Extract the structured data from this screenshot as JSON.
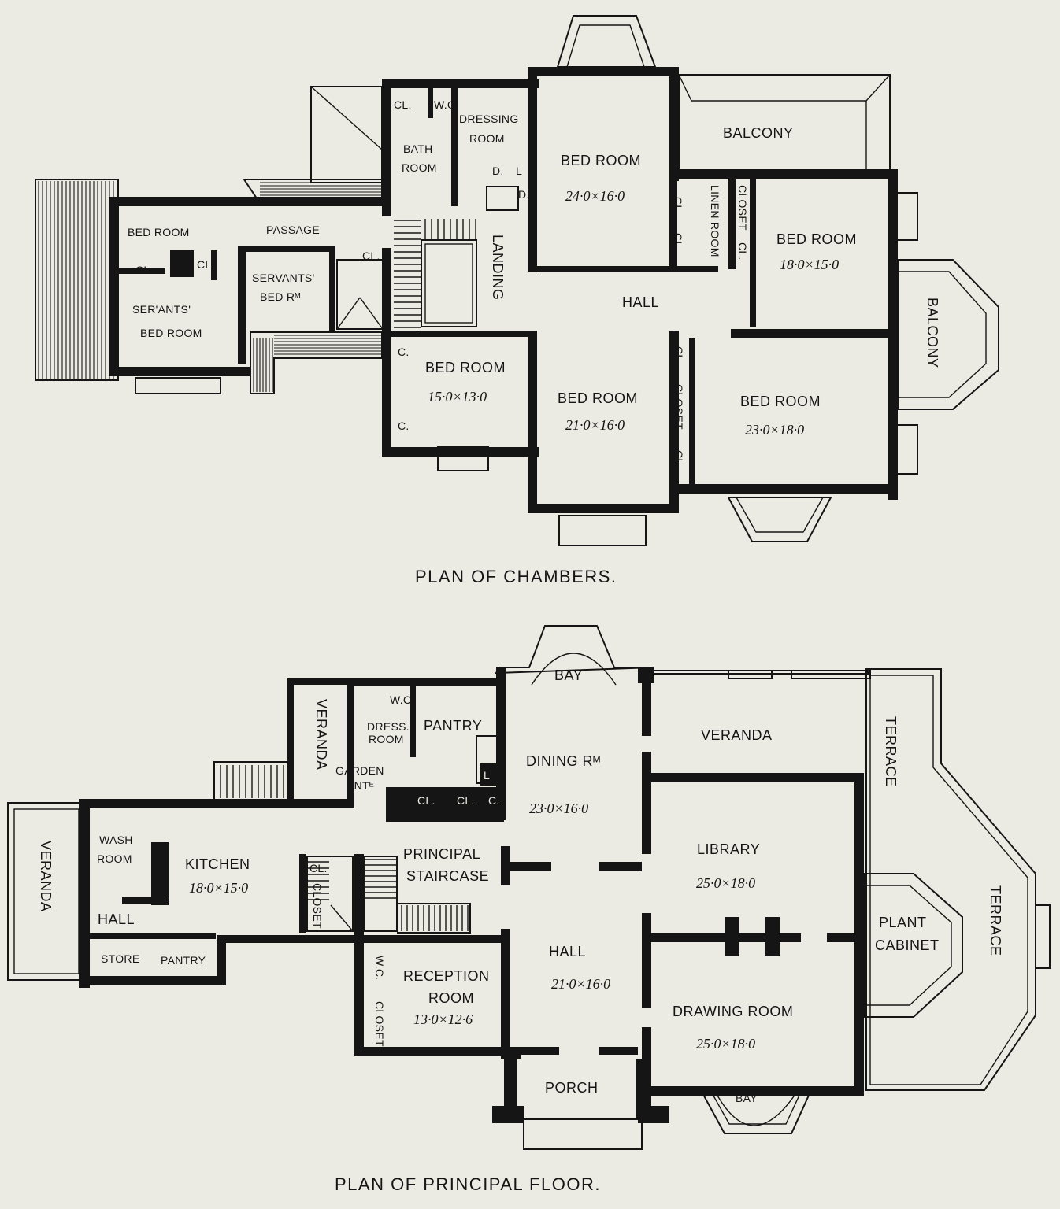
{
  "chambers": {
    "caption": "PLAN OF CHAMBERS.",
    "rooms": {
      "closet_a": "CL.",
      "wc": "W.C.",
      "dressing_1": "DRESSING",
      "dressing_2": "ROOM",
      "bath_1": "BATH",
      "bath_2": "ROOM",
      "d1": "D.",
      "l1": "L",
      "d2": "D.",
      "master_bed": "BED ROOM",
      "master_dim": "24·0×16·0",
      "balcony_top": "BALCONY",
      "cl_b": "CL.",
      "cl_c": "CL.",
      "linen": "LINEN ROOM",
      "closet_v": "CLOSET",
      "cl_d": "CL.",
      "east_bed": "BED ROOM",
      "east_dim": "18·0×15·0",
      "balcony_right": "BALCONY",
      "landing": "LANDING",
      "hall": "HALL",
      "west_bed": "BED ROOM",
      "passage": "PASSAGE",
      "cl_e": "CL.",
      "cl_f": "CL.",
      "cl_g": "CL.",
      "servants_1": "SERVANTS'",
      "servants_2": "BED Rᴹ",
      "servants_bed_1": "SER'ANTS'",
      "servants_bed_2": "BED ROOM",
      "c1": "C.",
      "c2": "C.",
      "bed_15": "BED ROOM",
      "bed_15_dim": "15·0×13·0",
      "bed_21": "BED ROOM",
      "bed_21_dim": "21·0×16·0",
      "cl_h": "CL.",
      "closet_h": "CLOSET",
      "cl_i": "CL.",
      "bed_23": "BED ROOM",
      "bed_23_dim": "23·0×18·0"
    }
  },
  "principal": {
    "caption": "PLAN OF PRINCIPAL FLOOR.",
    "rooms": {
      "bay_top": "BAY",
      "wc": "W.C.",
      "dress_1": "DRESS.",
      "dress_2": "ROOM",
      "pantry": "PANTRY",
      "veranda_v": "VERANDA",
      "garden_1": "GARDEN",
      "garden_2": "ENTᴱ",
      "cl1": "CL.",
      "cl2": "CL.",
      "c": "C.",
      "l": "L",
      "dining": "DINING Rᴹ",
      "dining_dim": "23·0×16·0",
      "veranda_top": "VERANDA",
      "terrace_1": "TERRACE",
      "terrace_2": "TERRACE",
      "library": "LIBRARY",
      "library_dim": "25·0×18·0",
      "plant_1": "PLANT",
      "plant_2": "CABINET",
      "veranda_left": "VERANDA",
      "wash_1": "WASH",
      "wash_2": "ROOM",
      "kitchen": "KITCHEN",
      "kitchen_dim": "18·0×15·0",
      "cl3": "CL.",
      "closet_k": "CLOSET",
      "principal_1": "PRINCIPAL",
      "principal_2": "STAIRCASE",
      "hall_k": "HALL",
      "store": "STORE",
      "pantry_k": "PANTRY",
      "wc2": "W.C.",
      "closet_r": "CLOSET",
      "reception_1": "RECEPTION",
      "reception_2": "ROOM",
      "reception_dim": "13·0×12·6",
      "hall": "HALL",
      "hall_dim": "21·0×16·0",
      "drawing": "DRAWING ROOM",
      "drawing_dim": "25·0×18·0",
      "porch": "PORCH",
      "bay_bottom": "BAY"
    }
  }
}
